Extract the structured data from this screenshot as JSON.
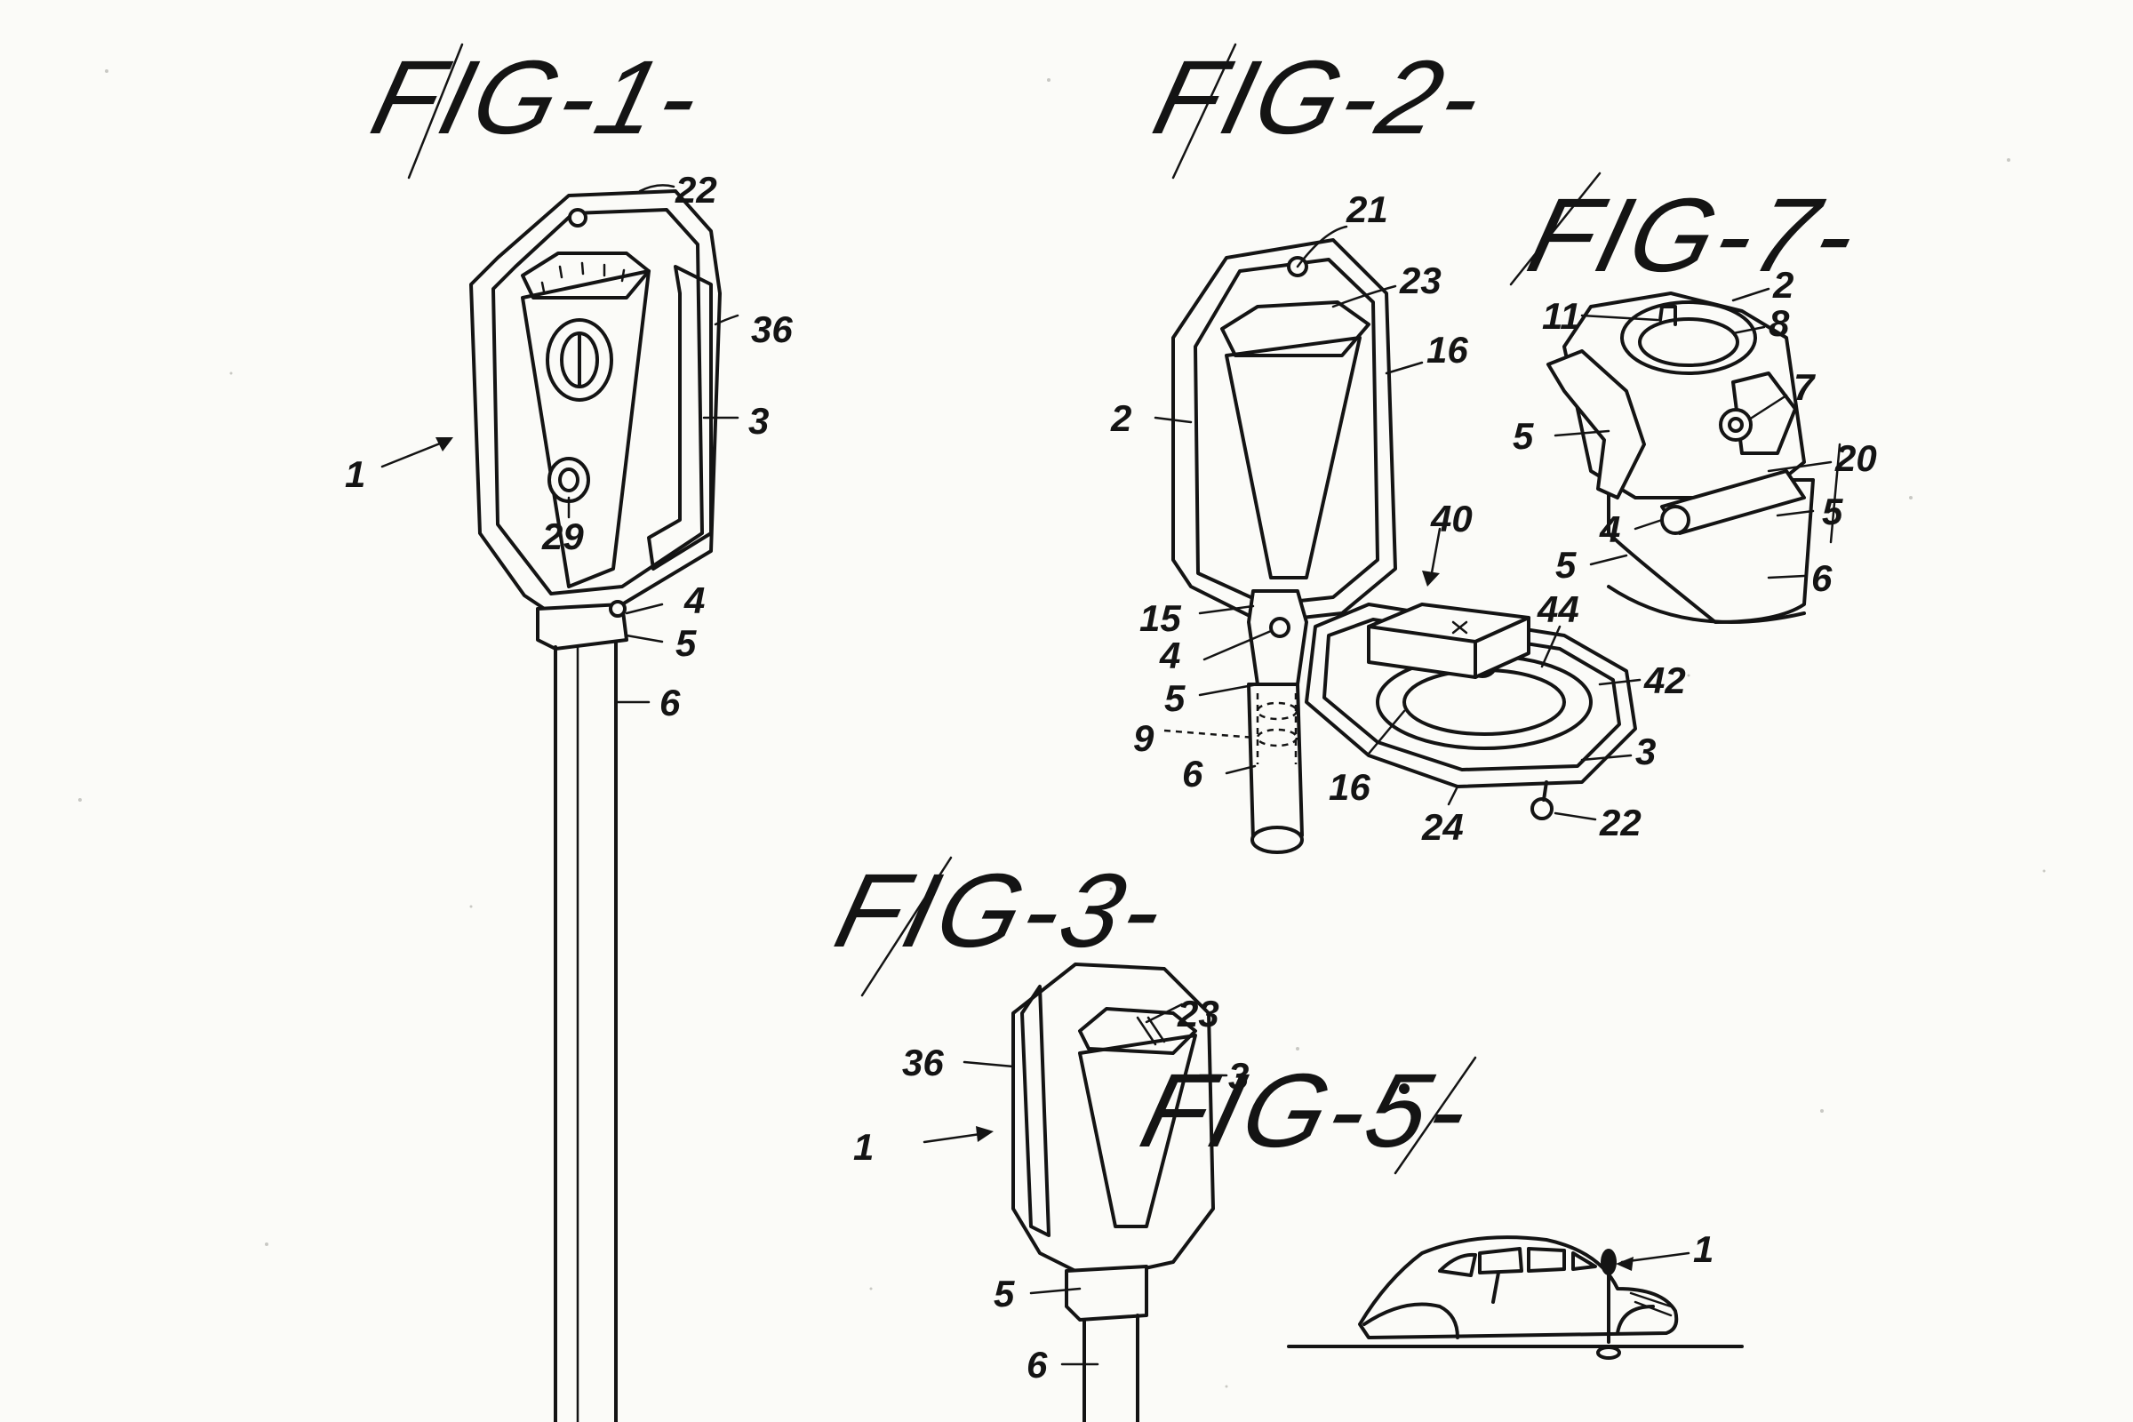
{
  "figures": {
    "fig1": {
      "title": "FIG-1-",
      "labels": [
        "22",
        "36",
        "3",
        "1",
        "29",
        "4",
        "5",
        "6"
      ]
    },
    "fig2": {
      "title": "FIG-2-",
      "labels": [
        "21",
        "23",
        "16",
        "2",
        "40",
        "15",
        "4",
        "44",
        "5",
        "42",
        "9",
        "3",
        "6",
        "16",
        "24",
        "22"
      ]
    },
    "fig7": {
      "title": "FIG-7-",
      "labels": [
        "2",
        "11",
        "8",
        "7",
        "5",
        "20",
        "5",
        "4",
        "5",
        "6"
      ]
    },
    "fig3": {
      "title": "FIG-3-",
      "labels": [
        "23",
        "36",
        "3",
        "1",
        "5",
        "6"
      ]
    },
    "fig5": {
      "title": "FIG-5-",
      "labels": [
        "1"
      ]
    }
  }
}
